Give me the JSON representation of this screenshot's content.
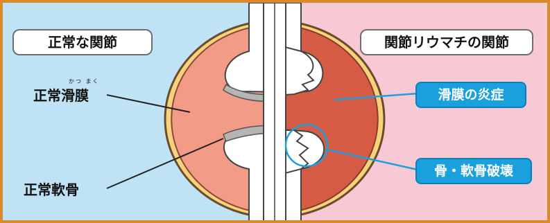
{
  "tags": {
    "left_title": "正常な関節",
    "right_title": "関節リウマチの関節"
  },
  "labels": {
    "synovium": "正常滑膜",
    "synovium_ruby": "かつ まく",
    "cartilage": "正常軟骨"
  },
  "pills": {
    "inflammation": "滑膜の炎症",
    "destruction": "骨・軟骨破壊"
  },
  "colors": {
    "frame": "#d98a2b",
    "left_bg": "#bfe2f5",
    "right_bg": "#f7c9d5",
    "capsule_yellow": "#f6d27a",
    "normal_synovium": "#f29b87",
    "inflamed_synovium": "#d65b45",
    "bone": "#ffffff",
    "cartilage": "#b5b5b5",
    "callout_blue": "#1aa0dc"
  }
}
